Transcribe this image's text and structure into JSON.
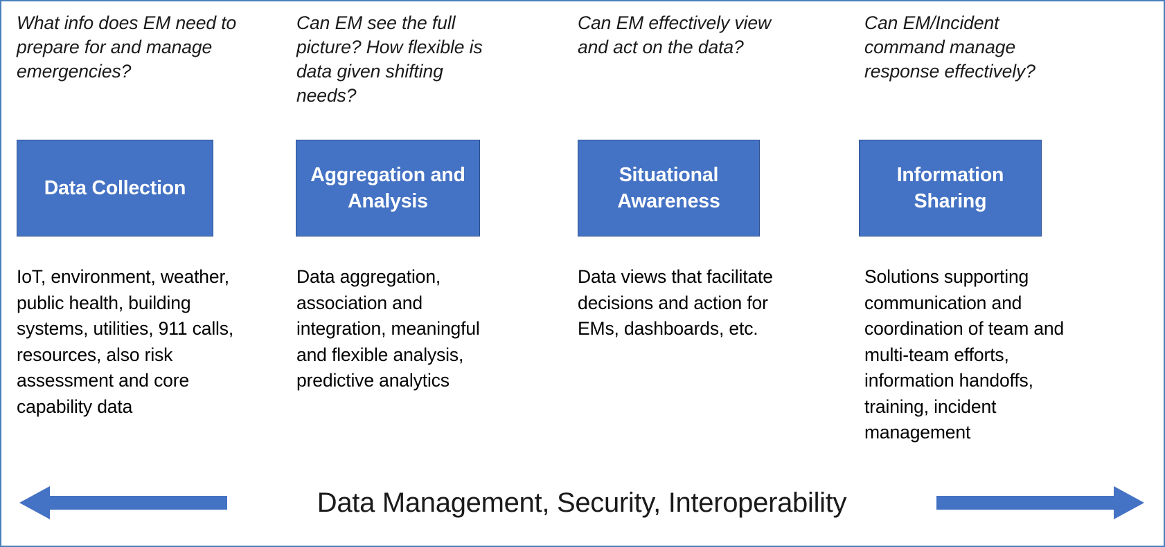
{
  "frame": {
    "border_color": "#4a7ebb",
    "background": "#ffffff"
  },
  "theme": {
    "box_fill": "#4472C4",
    "box_border": "#2E528F",
    "box_text": "#FFFFFF",
    "arrow_color": "#4472C4",
    "body_text": "#000000"
  },
  "columns": [
    {
      "question": "What info does EM need to prepare for and manage emergencies?",
      "box_label": "Data Collection",
      "body": "IoT,  environment, weather, public health, building systems, utilities, 911 calls, resources, also risk assessment and core capability data"
    },
    {
      "question": "Can EM see the full picture? How flexible is data given shifting needs?",
      "box_label": "Aggregation and Analysis",
      "body": "Data aggregation, association and integration, meaningful and flexible analysis, predictive analytics"
    },
    {
      "question": "Can EM effectively view and act on the data?",
      "box_label": "Situational Awareness",
      "body": "Data views that facilitate decisions and action for EMs, dashboards, etc."
    },
    {
      "question": "Can EM/Incident command manage response effectively?",
      "box_label": "Information Sharing",
      "body": "Solutions supporting communication and coordination of team and multi-team efforts, information handoffs, training, incident management"
    }
  ],
  "banner": {
    "label": "Data Management, Security, Interoperability",
    "left_arrow_icon": "arrow-left-icon",
    "right_arrow_icon": "arrow-right-icon"
  }
}
